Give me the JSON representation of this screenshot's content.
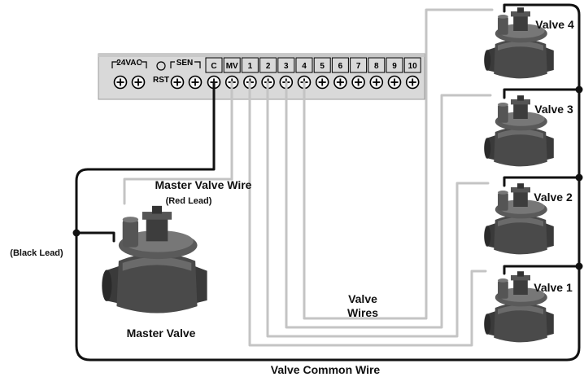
{
  "controller": {
    "group_24vac": "24VAC",
    "rst_label": "RST",
    "group_sen": "SEN",
    "terminals": [
      "C",
      "MV",
      "1",
      "2",
      "3",
      "4",
      "5",
      "6",
      "7",
      "8",
      "9",
      "10"
    ]
  },
  "labels": {
    "master_valve_wire": "Master Valve Wire",
    "red_lead": "(Red Lead)",
    "black_lead": "(Black Lead)",
    "master_valve": "Master Valve",
    "valve_wires_line1": "Valve",
    "valve_wires_line2": "Wires",
    "valve_common_wire": "Valve Common Wire"
  },
  "valves": [
    "Valve 4",
    "Valve 3",
    "Valve 2",
    "Valve 1"
  ],
  "colors": {
    "valve_wire": "#c4c4c4",
    "common_wire": "#111111",
    "valve_body": "#555555",
    "panel": "#d9d9d9"
  }
}
